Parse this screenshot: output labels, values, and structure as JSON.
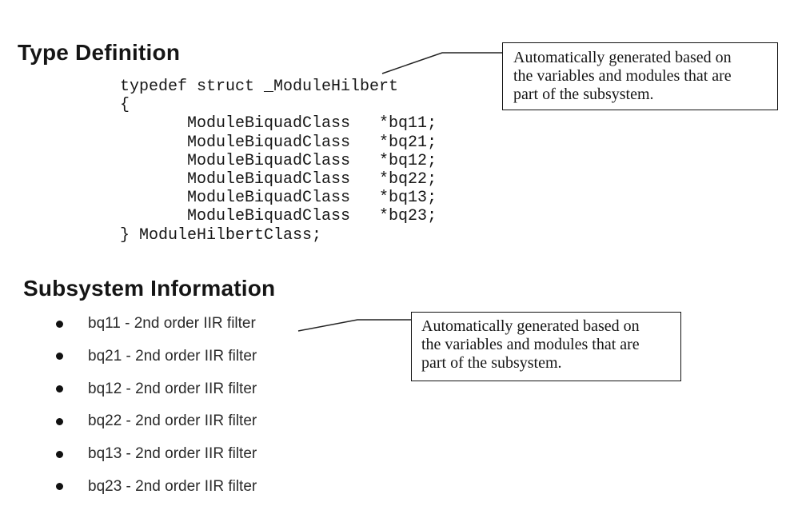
{
  "colors": {
    "background": "#ffffff",
    "text": "#1b1b1b",
    "box_border": "#111111"
  },
  "type_definition": {
    "heading": "Type Definition",
    "code_lines": [
      "typedef struct _ModuleHilbert",
      "{",
      "       ModuleBiquadClass   *bq11;",
      "       ModuleBiquadClass   *bq21;",
      "       ModuleBiquadClass   *bq12;",
      "       ModuleBiquadClass   *bq22;",
      "       ModuleBiquadClass   *bq13;",
      "       ModuleBiquadClass   *bq23;",
      "} ModuleHilbertClass;"
    ],
    "callout": {
      "lines": [
        "Automatically generated based on",
        "the variables and modules that are",
        "part of the subsystem."
      ]
    }
  },
  "subsystem_information": {
    "heading": "Subsystem Information",
    "items": [
      "bq11 - 2nd order IIR filter",
      "bq21 - 2nd order IIR filter",
      "bq12 - 2nd order IIR filter",
      "bq22 - 2nd order IIR filter",
      "bq13 - 2nd order IIR filter",
      "bq23 - 2nd order IIR filter"
    ],
    "callout": {
      "lines": [
        "Automatically generated based on",
        "the variables and modules that are",
        "part of the subsystem."
      ]
    }
  }
}
